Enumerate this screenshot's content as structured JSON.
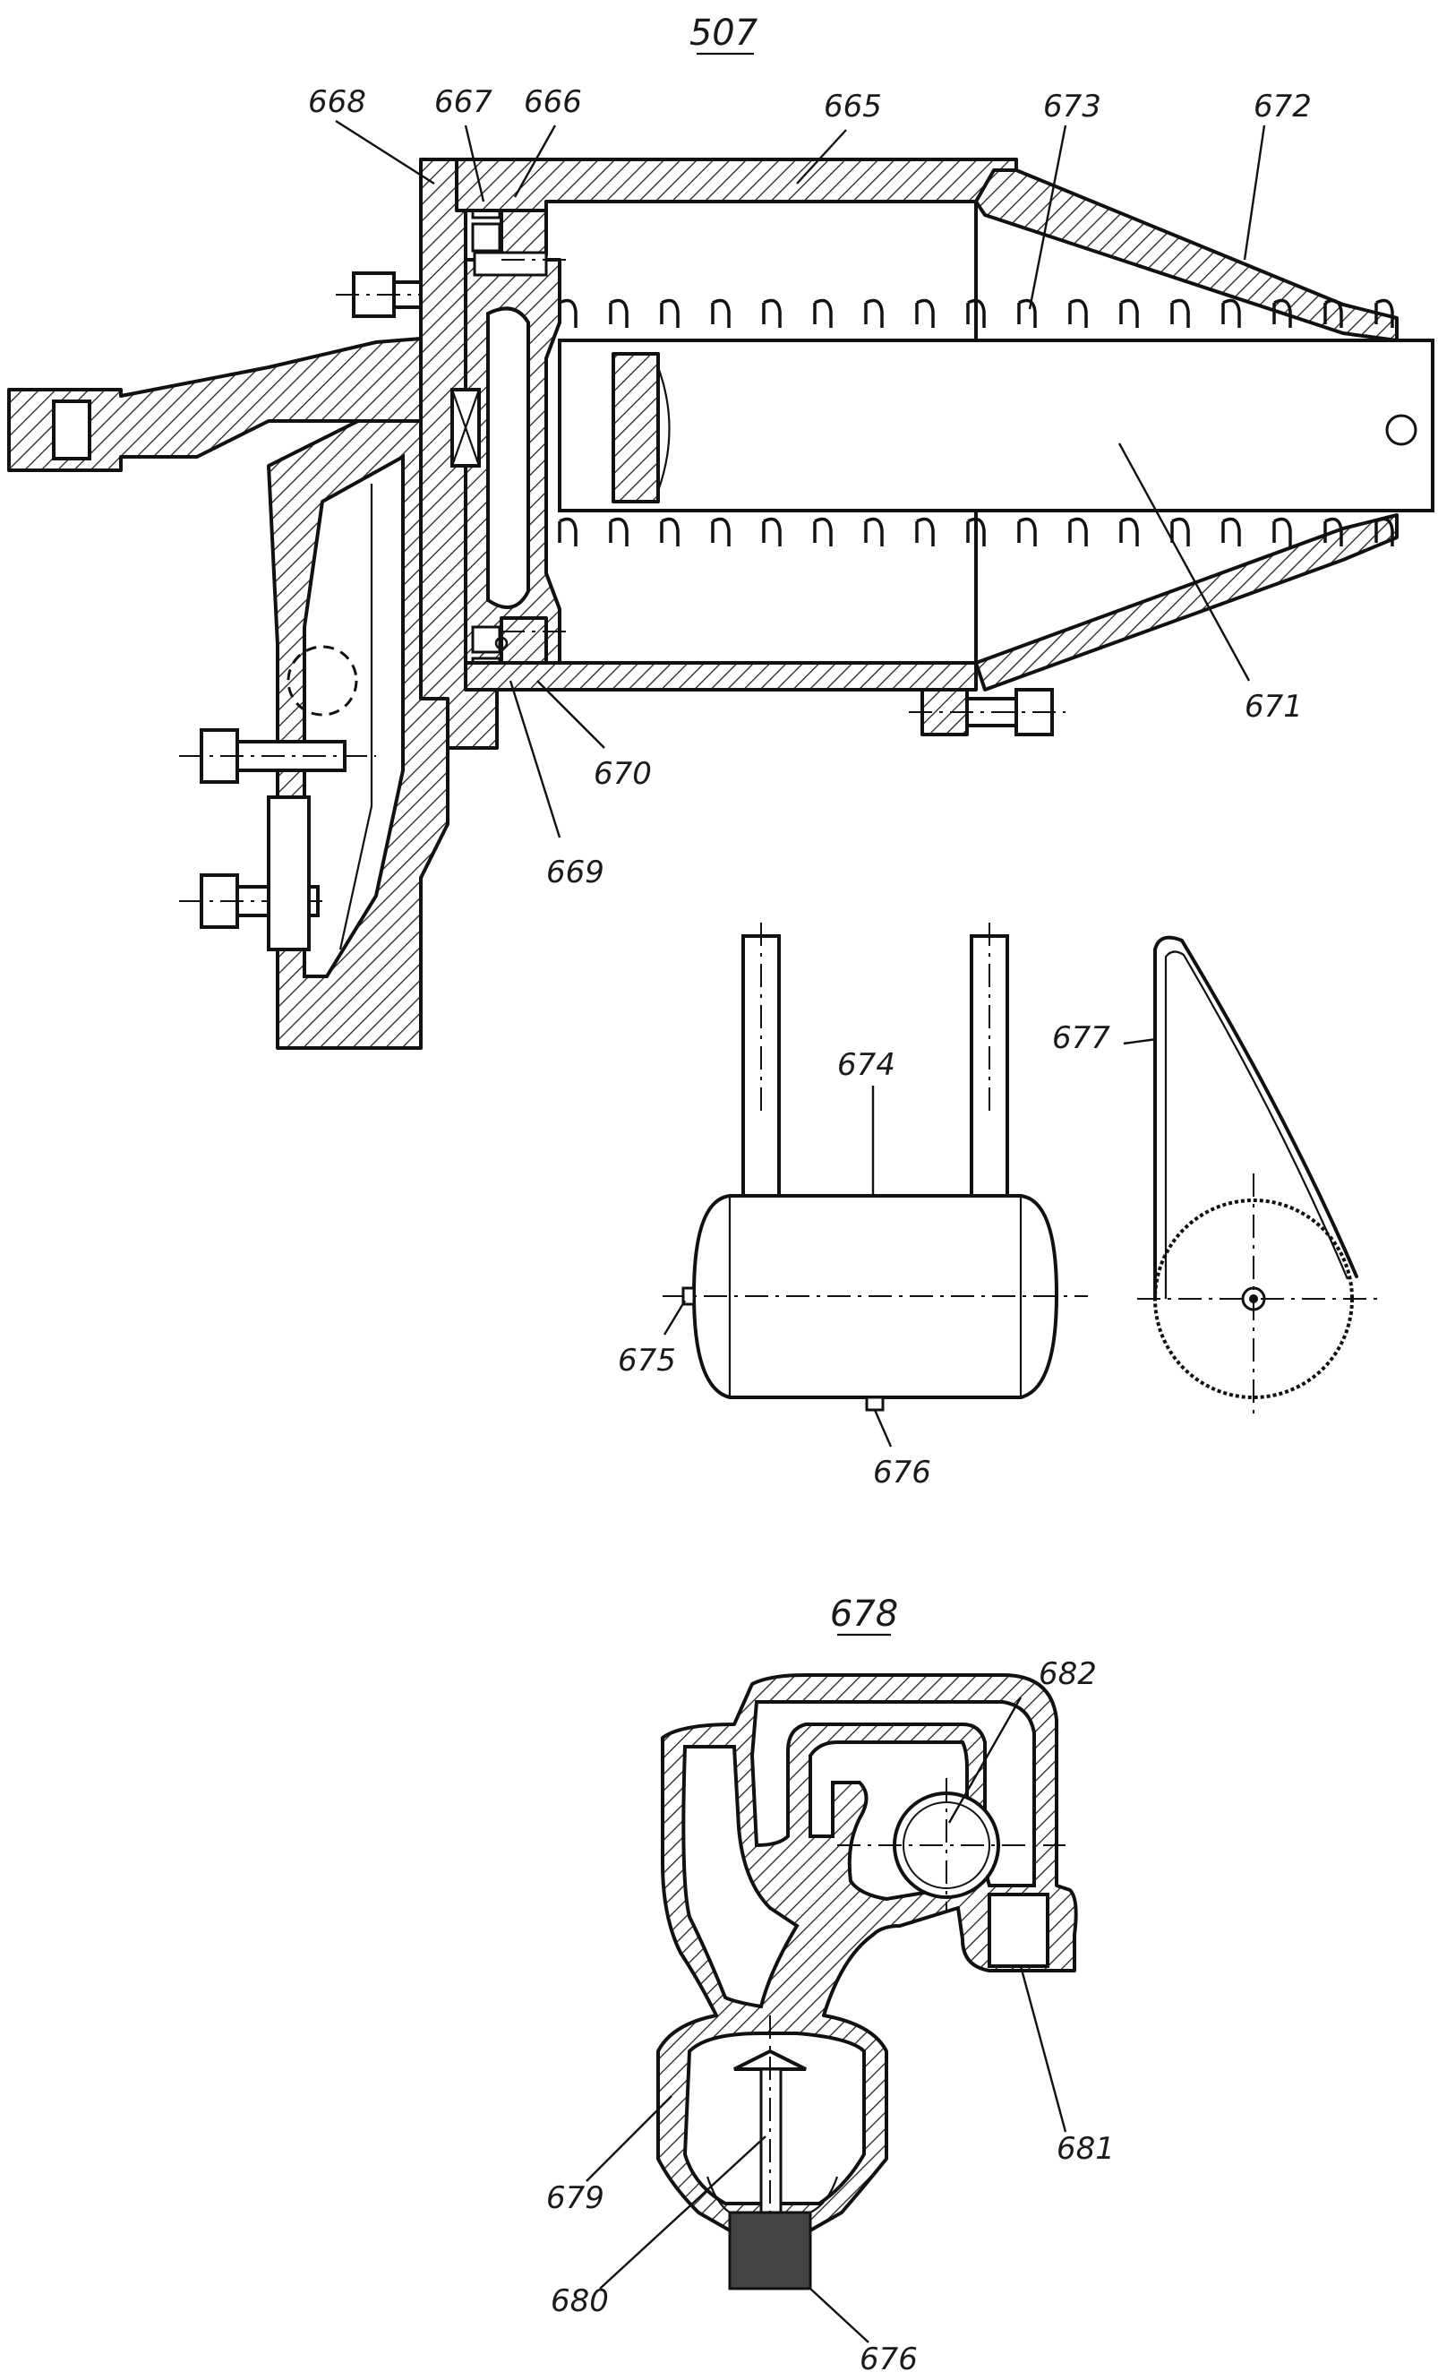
{
  "figures": {
    "fig507": {
      "title": "507",
      "callouts": {
        "c665": "665",
        "c666": "666",
        "c667": "667",
        "c668": "668",
        "c669": "669",
        "c670": "670",
        "c671": "671",
        "c672": "672",
        "c673": "673"
      }
    },
    "fig674": {
      "callouts": {
        "c674": "674",
        "c675": "675",
        "c676": "676",
        "c677": "677"
      }
    },
    "fig678": {
      "title": "678",
      "callouts": {
        "c676": "676",
        "c679": "679",
        "c680": "680",
        "c681": "681",
        "c682": "682"
      }
    }
  }
}
